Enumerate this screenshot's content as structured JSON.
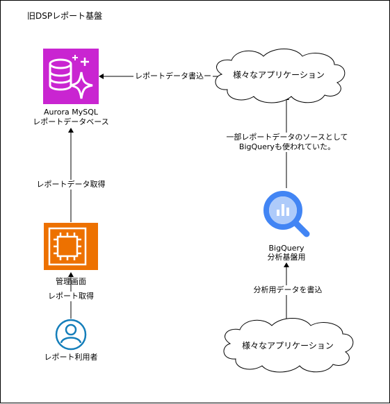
{
  "title": "旧DSPレポート基盤",
  "nodes": {
    "aurora": {
      "line1": "Aurora MySQL",
      "line2": "レポートデータベース",
      "icon": "aurora-mysql-icon",
      "color": "#c925d1"
    },
    "ec2": {
      "label": "管理画面",
      "icon": "ec2-icon",
      "color": "#ed7100"
    },
    "user": {
      "label": "レポート利用者",
      "icon": "user-icon",
      "color": "#147eba"
    },
    "bigquery": {
      "line1": "BigQuery",
      "line2": "分析基盤用",
      "icon": "bigquery-icon",
      "color": "#4285f4"
    },
    "cloud_top": {
      "label": "様々なアプリケーション"
    },
    "cloud_bottom": {
      "label": "様々なアプリケーション"
    }
  },
  "edges": {
    "write_top": "レポートデータ書込ー",
    "fetch_data": "レポートデータ取得",
    "fetch_report": "レポート取得",
    "bq_source_1": "一部レポートデータのソースとして",
    "bq_source_2": "BigQueryも使われていた。",
    "bq_write": "分析用データを書込"
  }
}
